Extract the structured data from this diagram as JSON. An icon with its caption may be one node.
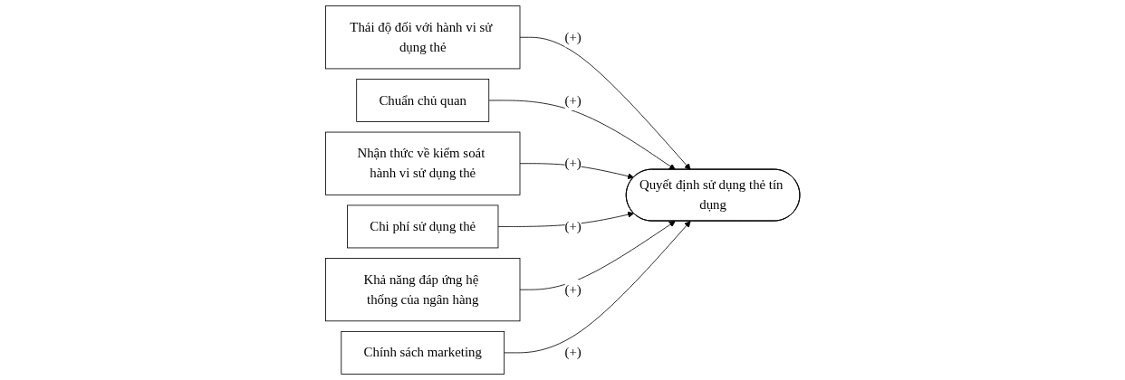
{
  "diagram": {
    "nodes": [
      {
        "text": [
          "Thái độ đối với hành vi sử dụng thẻ"
        ]
      },
      {
        "text": [
          "Chuẩn chủ quan"
        ]
      },
      {
        "text": [
          "Nhận thức về kiểm soát hành vi sử dụng thẻ"
        ]
      },
      {
        "text": [
          "Chi phí sử dụng thẻ"
        ]
      },
      {
        "text": [
          "Khả năng đáp ứng hệ thống của ngân hàng"
        ]
      },
      {
        "text": [
          "Chính sách marketing"
        ]
      },
      {
        "text": [
          "Quyết định sử dụng thẻ tín dụng"
        ]
      }
    ],
    "edges": [
      {
        "from": 0,
        "to": 6,
        "arrow": "to",
        "label": "(+)"
      },
      {
        "from": 1,
        "to": 6,
        "arrow": "to",
        "label": "(+)"
      },
      {
        "from": 2,
        "to": 6,
        "arrow": "to",
        "label": "(+)"
      },
      {
        "from": 3,
        "to": 6,
        "arrow": "to",
        "label": "(+)"
      },
      {
        "from": 4,
        "to": 6,
        "arrow": "to",
        "label": "(+)"
      },
      {
        "from": 5,
        "to": 6,
        "arrow": "to",
        "label": "(+)"
      }
    ]
  }
}
